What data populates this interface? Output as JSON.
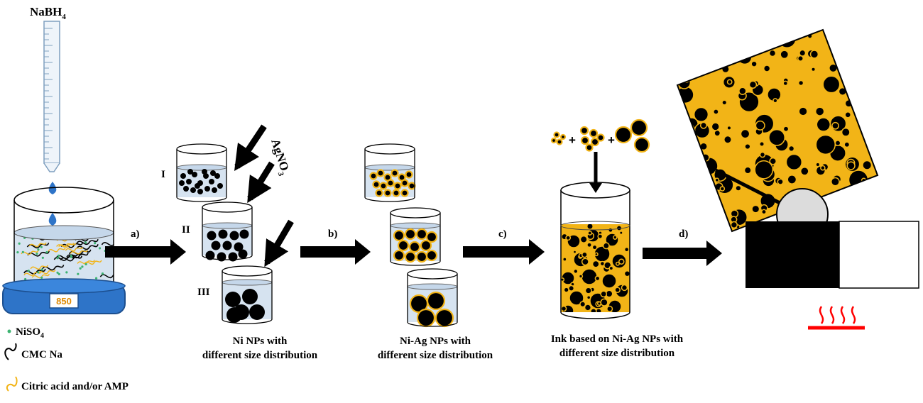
{
  "reagents": {
    "top": "NaBH",
    "top_sub": "4",
    "agno3": "AgNO",
    "agno3_sub": "3"
  },
  "stirrer_display": "850",
  "legend": {
    "niso4": "NiSO",
    "niso4_sub": "4",
    "cmc": "CMC Na",
    "citric": "Citric acid and/or AMP"
  },
  "steps": [
    "a)",
    "b)",
    "c)",
    "d)"
  ],
  "beaker_labels": [
    "I",
    "II",
    "III"
  ],
  "captions": {
    "ni_line1": "Ni NPs with",
    "ni_line2": "different size distribution",
    "niag_line1": "Ni-Ag NPs with",
    "niag_line2": "different size distribution",
    "ink_line1": "Ink based on Ni-Ag NPs with",
    "ink_line2": "different size distribution"
  },
  "colors": {
    "ni_particle": "#000000",
    "ag_shell": "#f2b417",
    "solution": "#d6e3f0",
    "stirrer": "#2e74c8",
    "droplet": "#2e74c8",
    "nicl_dot": "#3cb371",
    "heat": "#ff0000"
  }
}
